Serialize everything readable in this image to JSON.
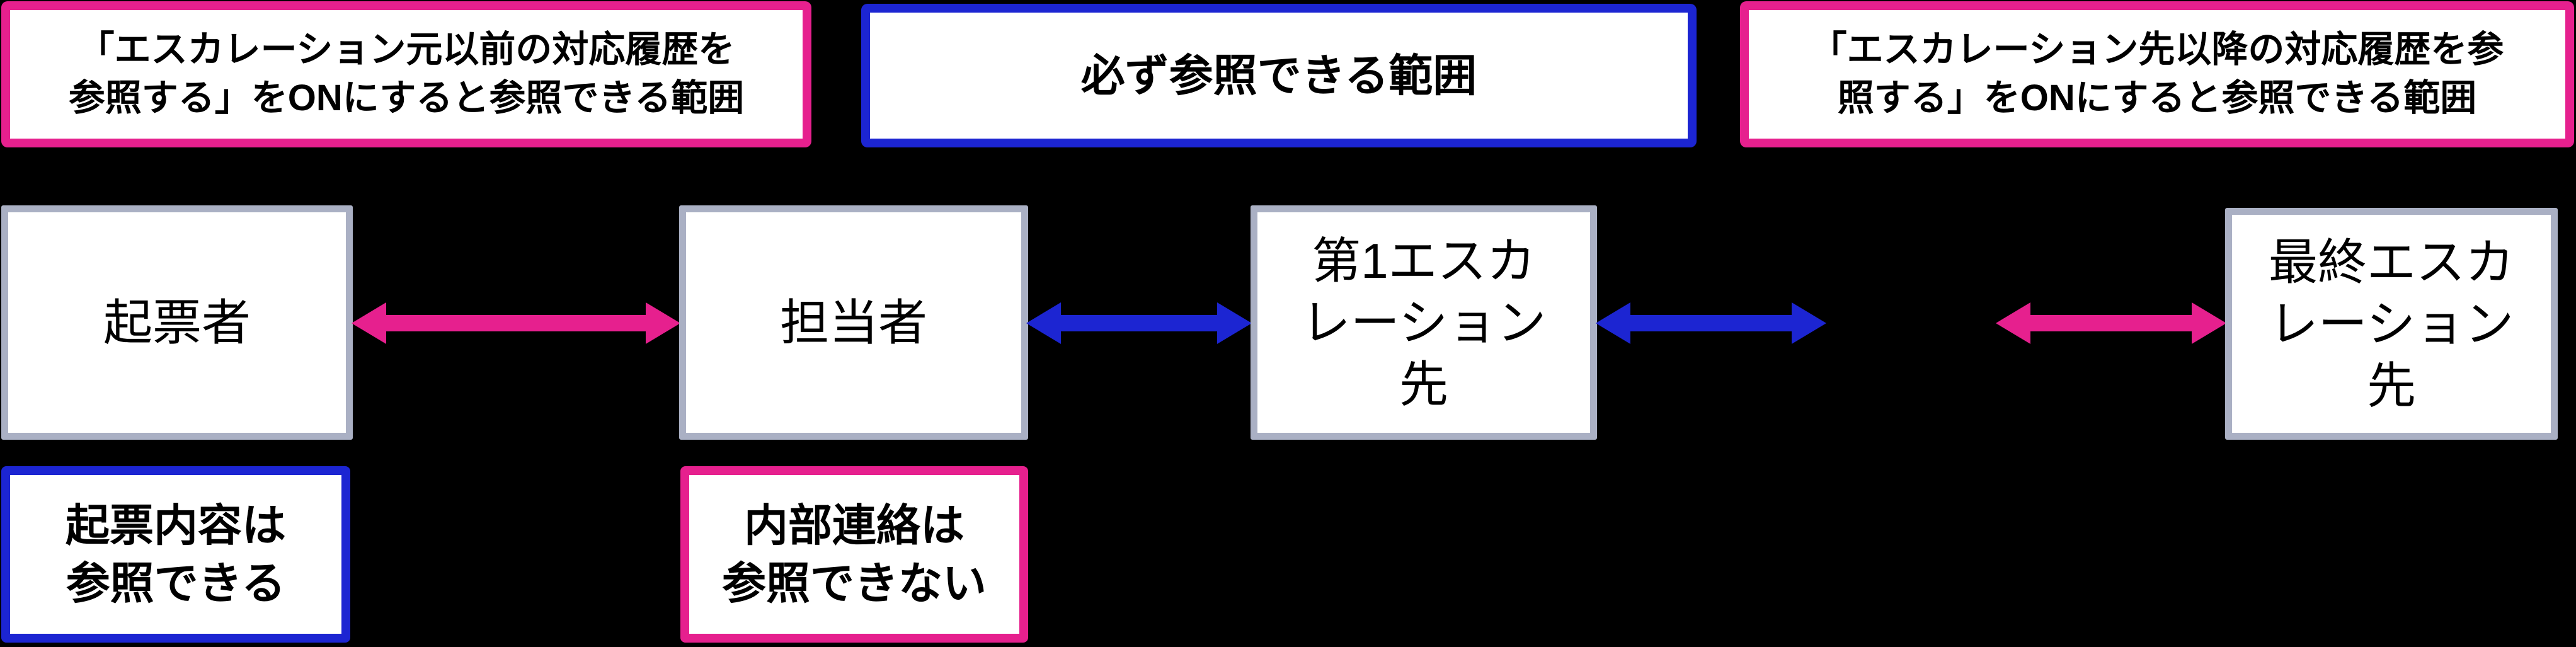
{
  "colors": {
    "background": "#000000",
    "pink": "#E6208E",
    "blue": "#1C25D2",
    "gray_border": "#AAB0C4",
    "box_fill": "#FFFFFF",
    "text": "#000000"
  },
  "legend_row": {
    "left": {
      "label": "「エスカレーション元以前の対応履歴を\n参照する」をONにすると参照できる範囲",
      "border": "pink"
    },
    "center": {
      "label": "必ず参照できる範囲",
      "border": "blue"
    },
    "right": {
      "label": "「エスカレーション先以降の対応履歴を参\n照する」をONにすると参照できる範囲",
      "border": "pink"
    }
  },
  "flow_row": {
    "originator": {
      "label": "起票者"
    },
    "assignee": {
      "label": "担当者"
    },
    "first_escalation": {
      "label": "第1エスカ\nレーション\n先"
    },
    "final_escalation": {
      "label": "最終エスカ\nレーション\n先"
    }
  },
  "notes_row": {
    "originator_note": {
      "label": "起票内容は\n参照できる",
      "border": "blue"
    },
    "assignee_note": {
      "label": "内部連絡は\n参照できない",
      "border": "pink"
    }
  },
  "arrows": [
    {
      "name": "originator-assignee",
      "color": "pink",
      "from": "originator",
      "to": "assignee",
      "double_headed": true
    },
    {
      "name": "assignee-first-escalation",
      "color": "blue",
      "from": "assignee",
      "to": "first_escalation",
      "double_headed": true
    },
    {
      "name": "first-escalation-onward",
      "color": "blue",
      "from": "first_escalation",
      "to": "",
      "double_headed": true
    },
    {
      "name": "toward-final-escalation",
      "color": "pink",
      "from": "",
      "to": "final_escalation",
      "double_headed": true
    }
  ]
}
